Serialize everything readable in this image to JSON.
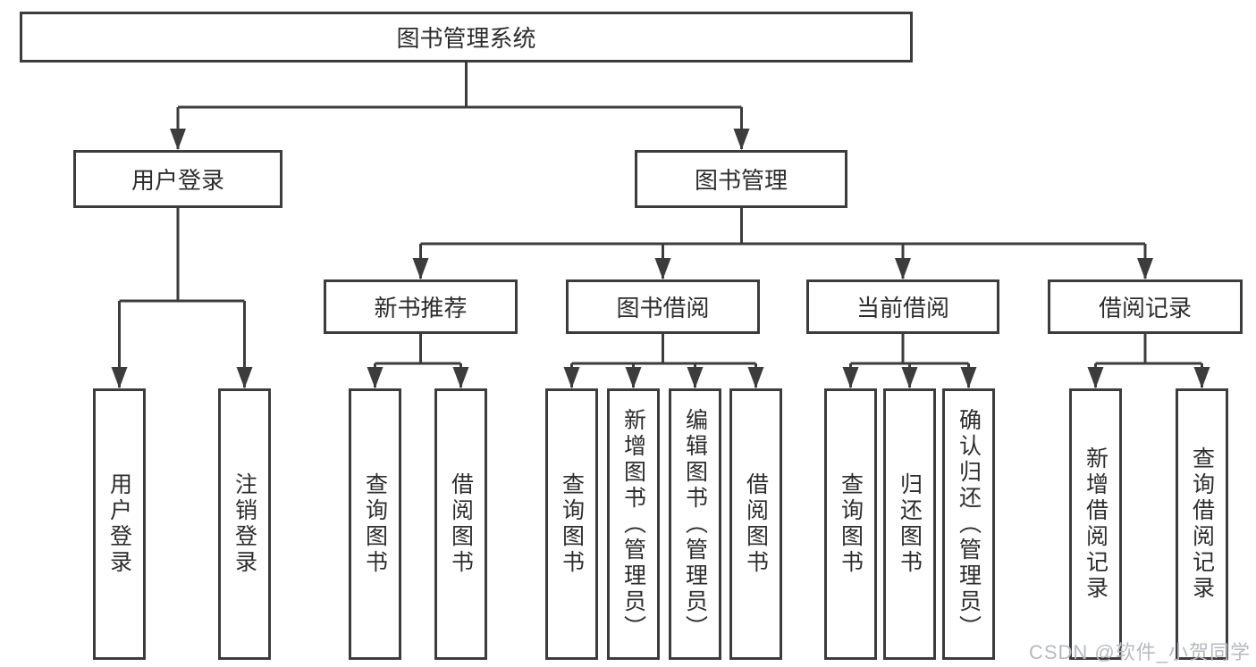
{
  "diagram_type": "tree",
  "tree": {
    "root_label": "图书管理系统",
    "user_login": {
      "label": "用户登录",
      "children": {
        "login": "用户登录",
        "logout": "注销登录"
      }
    },
    "book_management": {
      "label": "图书管理",
      "new_book_recommendation": {
        "label": "新书推荐",
        "children": {
          "query_books": "查询图书",
          "borrow_books": "借阅图书"
        }
      },
      "book_borrowing": {
        "label": "图书借阅",
        "children": {
          "query_books": "查询图书",
          "add_books_admin": "新增图书（管理员）",
          "edit_books_admin": "编辑图书（管理员）",
          "borrow_books": "借阅图书"
        }
      },
      "current_borrowing": {
        "label": "当前借阅",
        "children": {
          "query_books": "查询图书",
          "return_books": "归还图书",
          "confirm_return_admin": "确认归还（管理员）"
        }
      },
      "borrowing_records": {
        "label": "借阅记录",
        "children": {
          "add_borrow_record": "新增借阅记录",
          "query_borrow_record": "查询借阅记录"
        }
      }
    }
  },
  "watermark": "CSDN @软件_小贺同学",
  "colors": {
    "line": "#3c3c3c",
    "text": "#2d2d2d",
    "box_background": "#ffffff",
    "watermark": "#b6bac1"
  }
}
